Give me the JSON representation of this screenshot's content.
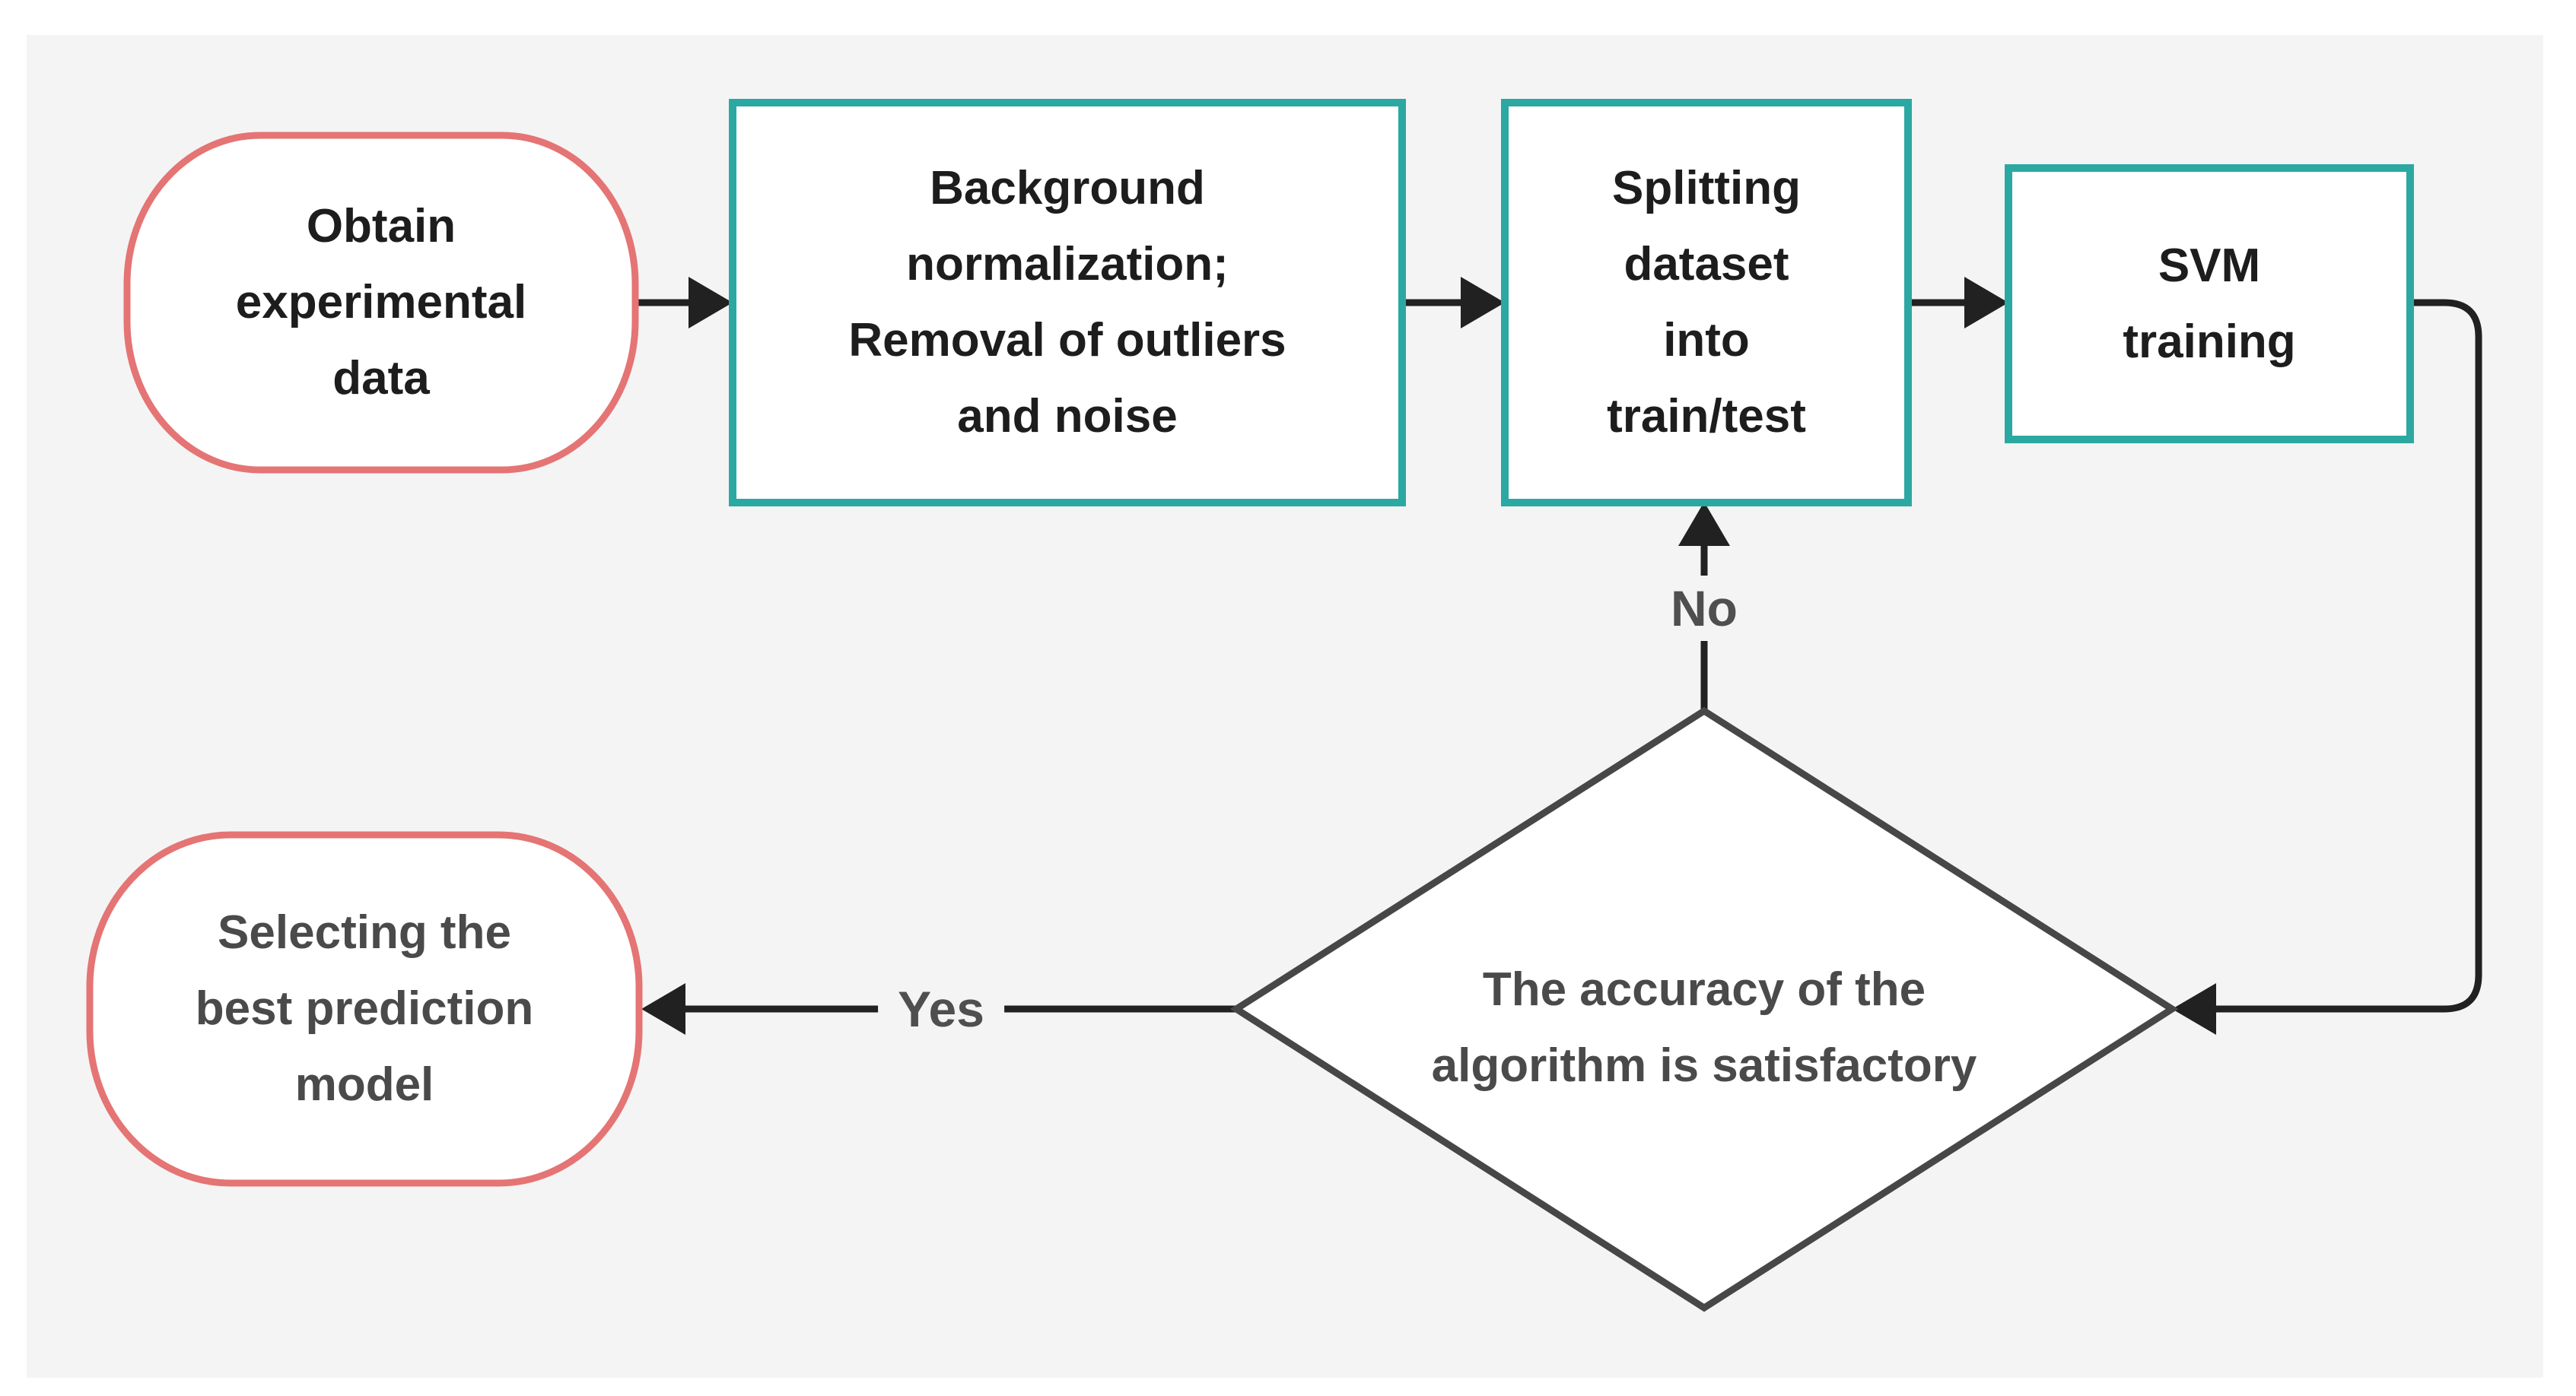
{
  "nodes": {
    "start": {
      "label": "Obtain\nexperimental\ndata",
      "shape": "stadium"
    },
    "preprocess": {
      "label": "Background\nnormalization;\nRemoval of outliers\nand noise",
      "shape": "rect"
    },
    "split": {
      "label": "Splitting\ndataset\ninto\ntrain/test",
      "shape": "rect"
    },
    "train": {
      "label": "SVM\ntraining",
      "shape": "rect"
    },
    "decision": {
      "label": "The accuracy of the\nalgorithm is satisfactory",
      "shape": "diamond"
    },
    "select": {
      "label": "Selecting the\nbest prediction\nmodel",
      "shape": "stadium"
    }
  },
  "edge_labels": {
    "yes": "Yes",
    "no": "No"
  },
  "colors": {
    "page_bg": "#ffffff",
    "canvas_bg": "#f4f4f4",
    "node_fill": "#ffffff",
    "stadium_border": "#e57474",
    "process_border": "#2ca8a2",
    "decision_border": "#474747",
    "connector": "#212121",
    "node_text": "#1d1d1d",
    "muted_text": "#4a4a4a",
    "edge_label_text": "#4f4f4f"
  }
}
